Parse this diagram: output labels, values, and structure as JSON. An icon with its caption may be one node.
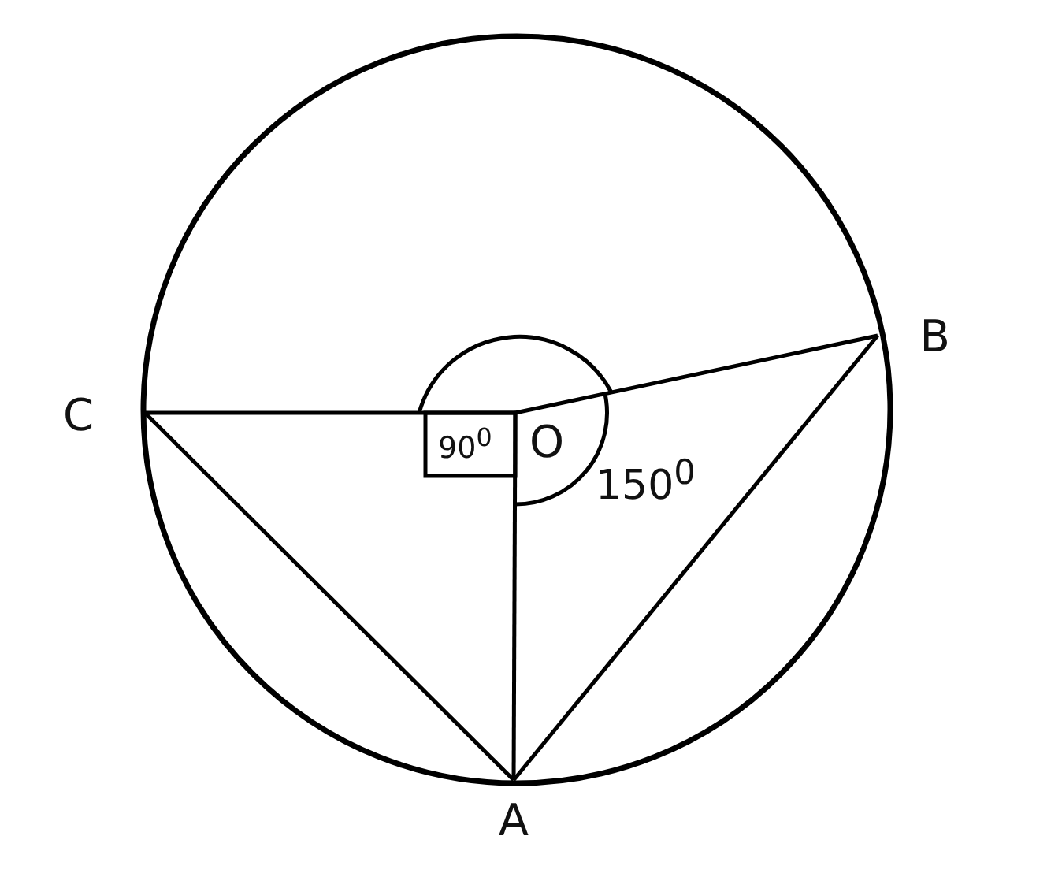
{
  "diagram": {
    "nodes": [
      {
        "text": [
          "C"
        ]
      },
      {
        "text": [
          "O"
        ]
      },
      {
        "text": [
          "B"
        ]
      },
      {
        "text": [
          "A"
        ]
      }
    ],
    "edges": [
      {
        "from": 0,
        "to": 1,
        "arrow": "none"
      },
      {
        "from": 1,
        "to": 2,
        "arrow": "none"
      },
      {
        "from": 1,
        "to": 3,
        "arrow": "none"
      },
      {
        "from": 0,
        "to": 3,
        "arrow": "none"
      },
      {
        "from": 2,
        "to": 3,
        "arrow": "none"
      }
    ],
    "labels": [
      "90$^{0}$",
      "150$^{0}$"
    ]
  }
}
